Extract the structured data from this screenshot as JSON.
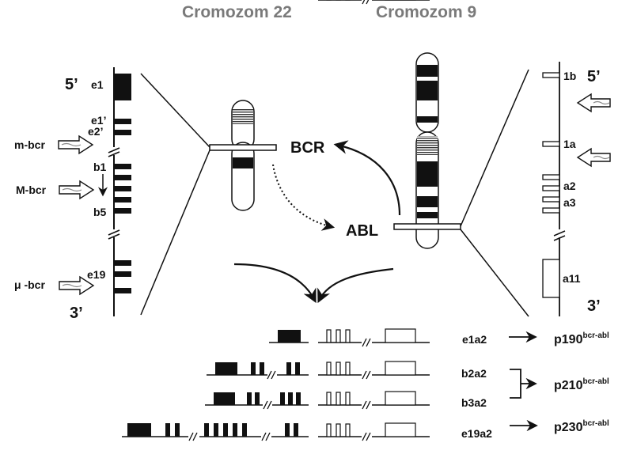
{
  "titles": {
    "chr22": "Cromozom 22",
    "chr9": "Cromozom 9"
  },
  "bcr_gene": {
    "end5": "5’",
    "end3": "3’",
    "exons": {
      "e1": "e1",
      "e1p": "e1’",
      "e2p": "e2’",
      "b1": "b1",
      "b5": "b5",
      "e19": "e19"
    },
    "regions": {
      "m_bcr": "m-bcr",
      "M_bcr": "M-bcr",
      "mu_bcr": "μ -bcr"
    }
  },
  "abl_gene": {
    "end5": "5’",
    "end3": "3’",
    "exons": {
      "1b": "1b",
      "1a": "1a",
      "a2": "a2",
      "a3": "a3",
      "a11": "a11"
    }
  },
  "labels": {
    "bcr": "BCR",
    "abl": "ABL"
  },
  "transcripts": [
    {
      "name": "e1a2",
      "protein": "p190",
      "sup": "bcr-abl"
    },
    {
      "name": "b2a2",
      "protein": "p210",
      "sup": "bcr-abl"
    },
    {
      "name": "b3a2",
      "protein": "",
      "sup": ""
    },
    {
      "name": "e19a2",
      "protein": "p230",
      "sup": "bcr-abl"
    }
  ]
}
